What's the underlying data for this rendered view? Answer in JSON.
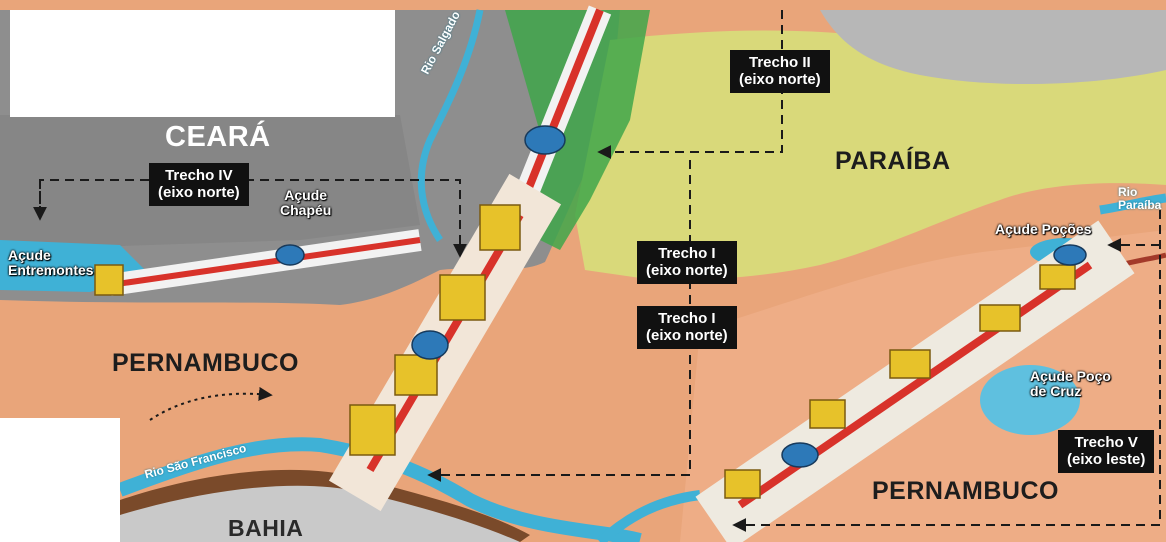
{
  "states": {
    "ceara": "CEARÁ",
    "paraiba": "PARAÍBA",
    "pernambuco_west": "PERNAMBUCO",
    "pernambuco_east": "PERNAMBUCO",
    "bahia": "BAHIA"
  },
  "trechos": {
    "trecho_ii": {
      "title": "Trecho II",
      "axis": "(eixo norte)"
    },
    "trecho_iv": {
      "title": "Trecho IV",
      "axis": "(eixo norte)"
    },
    "trecho_i_a": {
      "title": "Trecho I",
      "axis": "(eixo norte)"
    },
    "trecho_i_b": {
      "title": "Trecho I",
      "axis": "(eixo norte)"
    },
    "trecho_v": {
      "title": "Trecho V",
      "axis": "(eixo leste)"
    }
  },
  "reservoirs": {
    "chapeu": {
      "line1": "Açude",
      "line2": "Chapéu"
    },
    "entremontes": {
      "line1": "Açude",
      "line2": "Entremontes"
    },
    "pocoes": "Açude Poções",
    "poco_de_cruz": {
      "line1": "Açude Poço",
      "line2": "de Cruz"
    }
  },
  "rivers": {
    "salgado": "Rio Salgado",
    "sao_francisco": "Rio São Francisco",
    "paraiba": {
      "line1": "Rio",
      "line2": "Paraíba"
    }
  },
  "colors": {
    "pernambuco_land": "#e9a57a",
    "ceara_land": "#8e8e8e",
    "paraiba_land": "#d9d97a",
    "bahia_land": "#c9c9c9",
    "water": "#3fb1d6",
    "canal_red": "#d8322a",
    "pump_yellow": "#e7c22a",
    "label_box": "#111111"
  }
}
